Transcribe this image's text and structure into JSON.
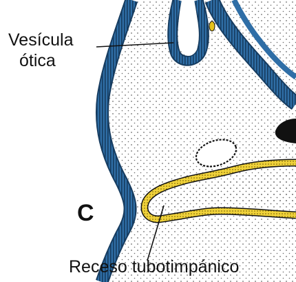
{
  "diagram": {
    "labels": {
      "vesicle": "Vesícula",
      "vesicle_line2": "ótica",
      "panel": "C",
      "recess": "Receso tubotimpánico"
    },
    "colors": {
      "epithelium": "#2f6ea6",
      "epithelium_dark": "#163c60",
      "recess_epithelium": "#e6c21c",
      "mesenchyme_dots": "#6a6a6a",
      "background": "#ffffff",
      "outline": "#111111"
    }
  }
}
